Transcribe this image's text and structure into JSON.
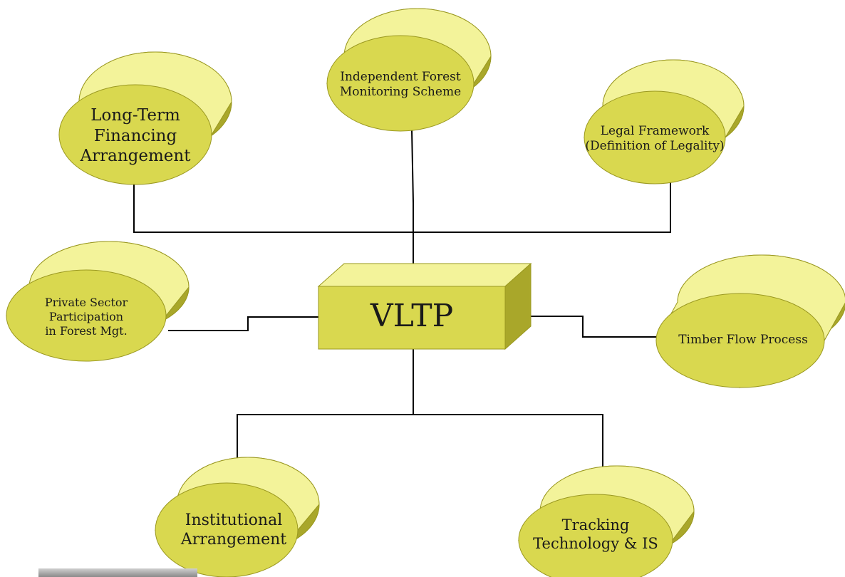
{
  "colors": {
    "node_top": "#f3f39a",
    "node_front": "#d9d84f",
    "node_side": "#a9a72a",
    "node_edge": "#9a9820",
    "connector": "#000000",
    "background": "#ffffff"
  },
  "hub": {
    "label": "VLTP"
  },
  "nodes": {
    "monitoring": {
      "lines": [
        "Independent Forest",
        "Monitoring Scheme"
      ]
    },
    "financing": {
      "lines": [
        "Long-Term",
        "Financing",
        "Arrangement"
      ]
    },
    "legal": {
      "lines": [
        "Legal Framework",
        "(Definition of Legality)"
      ]
    },
    "private": {
      "lines": [
        "Private Sector",
        "Participation",
        "in Forest Mgt."
      ]
    },
    "timber": {
      "lines": [
        "Timber Flow Process"
      ]
    },
    "institutional": {
      "lines": [
        "Institutional",
        "Arrangement"
      ]
    },
    "tracking": {
      "lines": [
        "Tracking",
        "Technology & IS"
      ]
    }
  }
}
